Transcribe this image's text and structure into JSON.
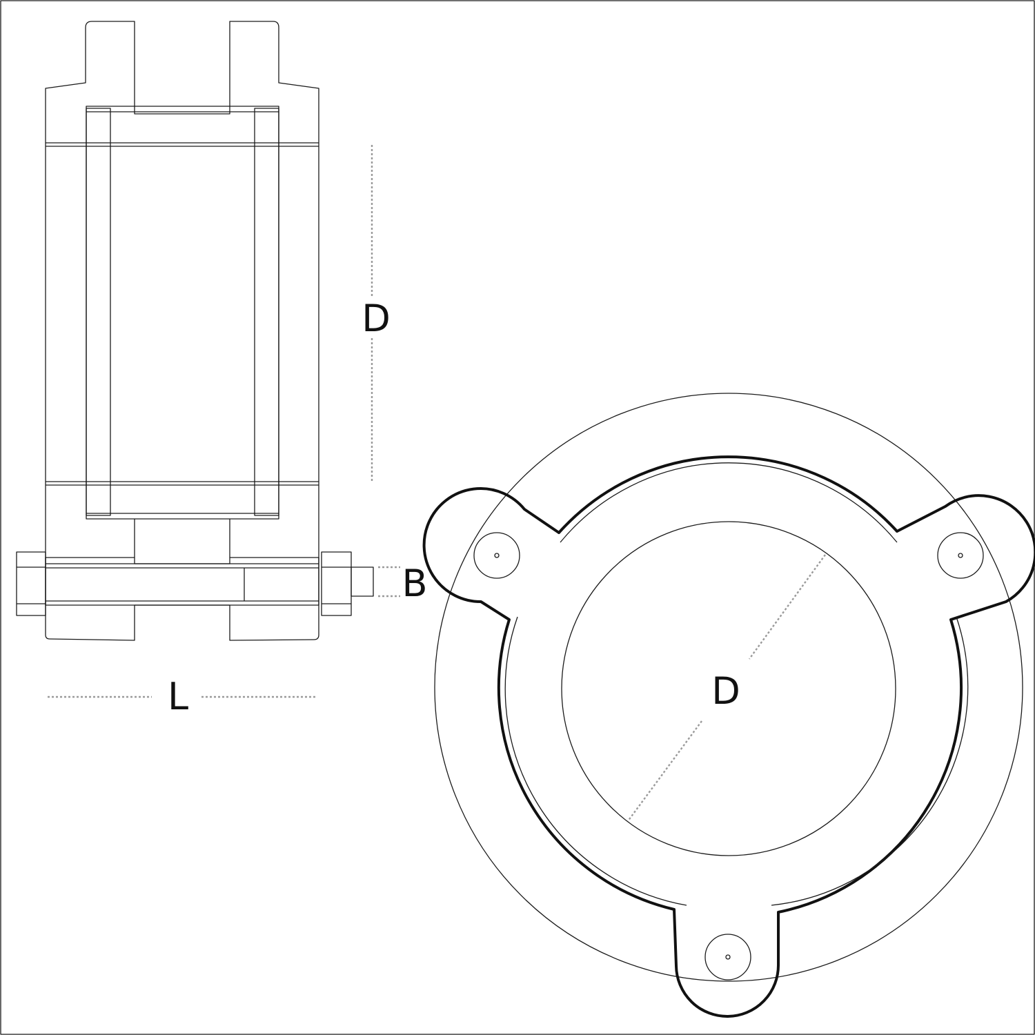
{
  "labels": {
    "side_height": "D",
    "bolt": "B",
    "length": "L",
    "diameter": "D"
  },
  "colors": {
    "line": "#1a1a1a",
    "dimension": "#9a9a9a",
    "background": "#ffffff"
  }
}
